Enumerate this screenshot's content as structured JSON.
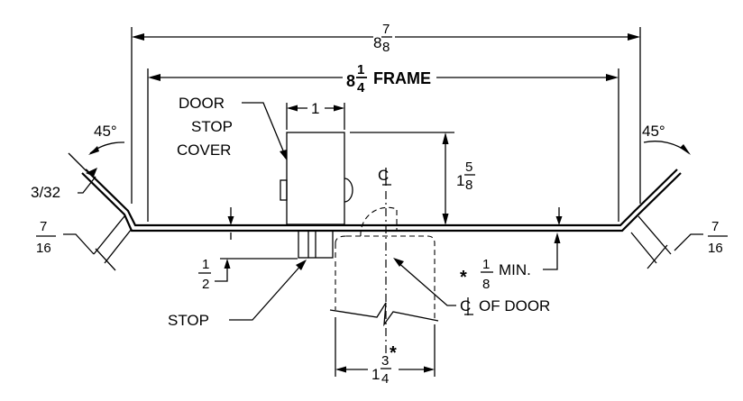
{
  "dims": {
    "overall": {
      "whole": "8",
      "num": "7",
      "den": "8"
    },
    "frame": {
      "whole": "8",
      "num": "1",
      "den": "4",
      "suffix": "FRAME"
    },
    "cover_width": "1",
    "stop_height": {
      "whole": "1",
      "num": "5",
      "den": "8"
    },
    "door_thickness": {
      "whole": "1",
      "num": "3",
      "den": "4"
    },
    "min_clearance": {
      "num": "1",
      "den": "8",
      "suffix": "MIN."
    },
    "left_return": {
      "num": "7",
      "den": "16"
    },
    "right_return": {
      "num": "7",
      "den": "16"
    },
    "metal_thickness": "3/32",
    "stop_depth": {
      "num": "1",
      "den": "2"
    }
  },
  "angles": {
    "left": "45°",
    "right": "45°"
  },
  "labels": {
    "door_stop_cover": [
      "DOOR",
      "STOP",
      "COVER"
    ],
    "stop": "STOP",
    "centerline_symbol": "C",
    "centerline_of_door": "OF DOOR",
    "asterisk": "*"
  }
}
